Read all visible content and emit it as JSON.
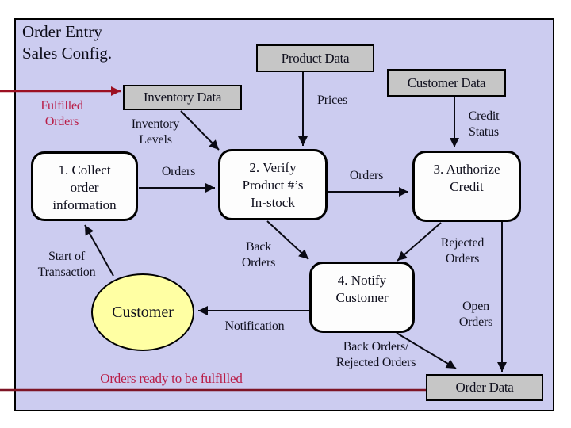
{
  "slide": {
    "title_lines": [
      "Order Entry",
      "Sales Config."
    ]
  },
  "colors": {
    "background": "#ccccf0",
    "page_margin": "#ffffff",
    "data_store_fill": "#c6c6c6",
    "process_fill": "#fdfdfd",
    "entity_fill": "#ffffa3",
    "black_arrow": "#0a0a14",
    "red_arrow": "#9c1022",
    "red_line_bottom": "#7e1425",
    "red_text": "#b91d47"
  },
  "data_stores": [
    {
      "label": "Product Data"
    },
    {
      "label": "Customer Data"
    },
    {
      "label": "Inventory Data"
    },
    {
      "label": "Order Data"
    }
  ],
  "processes": [
    {
      "lines": [
        "1. Collect",
        "order",
        "information"
      ]
    },
    {
      "lines": [
        "2. Verify",
        "Product #’s",
        "In-stock"
      ]
    },
    {
      "lines": [
        "3. Authorize",
        "Credit"
      ]
    },
    {
      "lines": [
        "4. Notify",
        "Customer"
      ]
    }
  ],
  "external_entity": {
    "label": "Customer"
  },
  "flow_labels": {
    "fulfilled_orders": {
      "lines": [
        "Fulfilled",
        "Orders"
      ]
    },
    "inventory_levels": {
      "lines": [
        "Inventory",
        "Levels"
      ]
    },
    "prices": {
      "lines": [
        "Prices"
      ]
    },
    "credit_status": {
      "lines": [
        "Credit",
        "Status"
      ]
    },
    "orders_1_2": {
      "lines": [
        "Orders"
      ]
    },
    "orders_2_3": {
      "lines": [
        "Orders"
      ]
    },
    "back_orders": {
      "lines": [
        "Back",
        "Orders"
      ]
    },
    "rejected_orders": {
      "lines": [
        "Rejected",
        "Orders"
      ]
    },
    "start_of_transaction": {
      "lines": [
        "Start of",
        "Transaction"
      ]
    },
    "notification": {
      "lines": [
        "Notification"
      ]
    },
    "open_orders": {
      "lines": [
        "Open",
        "Orders"
      ]
    },
    "back_rejected_orders": {
      "lines": [
        "Back Orders/",
        "Rejected Orders"
      ]
    },
    "orders_ready": {
      "lines": [
        "Orders ready to be fulfilled"
      ]
    }
  }
}
